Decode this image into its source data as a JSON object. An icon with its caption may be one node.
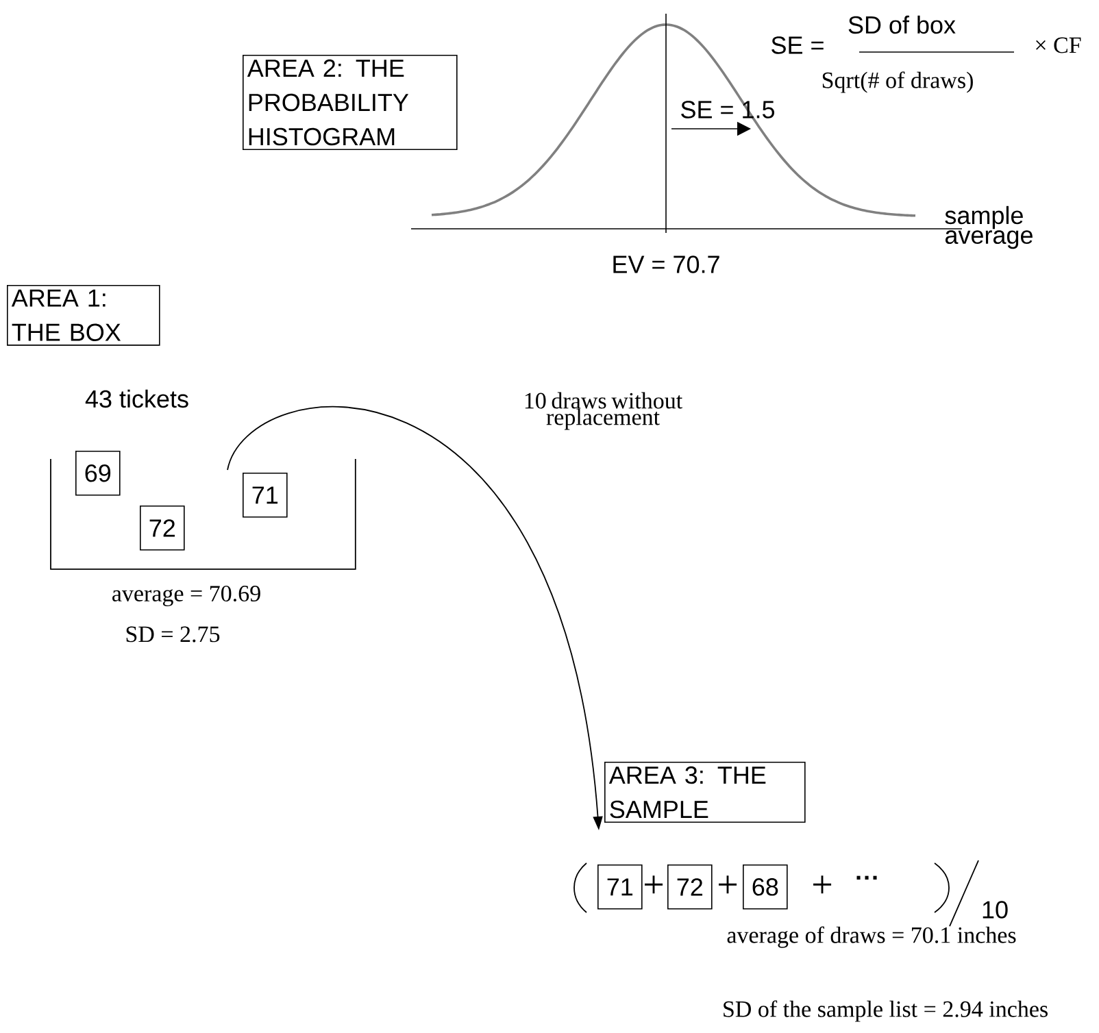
{
  "diagram": {
    "nodes": [
      {
        "text": [
          "AREA 2: THE PROBABILITY HISTOGRAM"
        ]
      },
      {
        "text": [
          "AREA 1: THE BOX"
        ]
      },
      {
        "text": [],
        "shape": "box",
        "beside": [
          "43 tickets",
          "average = 70.69",
          "SD = 2.75"
        ]
      },
      {
        "text": [
          "69"
        ],
        "in": 2
      },
      {
        "text": [
          "72"
        ],
        "in": 2
      },
      {
        "text": [
          "71"
        ],
        "in": 2
      },
      {
        "text": [
          "AREA 3: THE SAMPLE"
        ]
      },
      {
        "text": [
          "71"
        ]
      },
      {
        "text": [
          "72"
        ]
      },
      {
        "text": [
          "68"
        ]
      }
    ],
    "edges": [
      {
        "from": 2,
        "to": 6,
        "arrow": "to",
        "label": "10 draws without replacement"
      }
    ],
    "labels": [
      "SE =",
      "SD of box",
      "Sqrt(# of draws)",
      "× CF",
      "SE = 1.5",
      "sample average",
      "EV = 70.7",
      "+",
      "+",
      "+",
      "···",
      "10",
      "average of draws = 70.1 inches",
      "SD of the sample list = 2.94 inches"
    ]
  }
}
